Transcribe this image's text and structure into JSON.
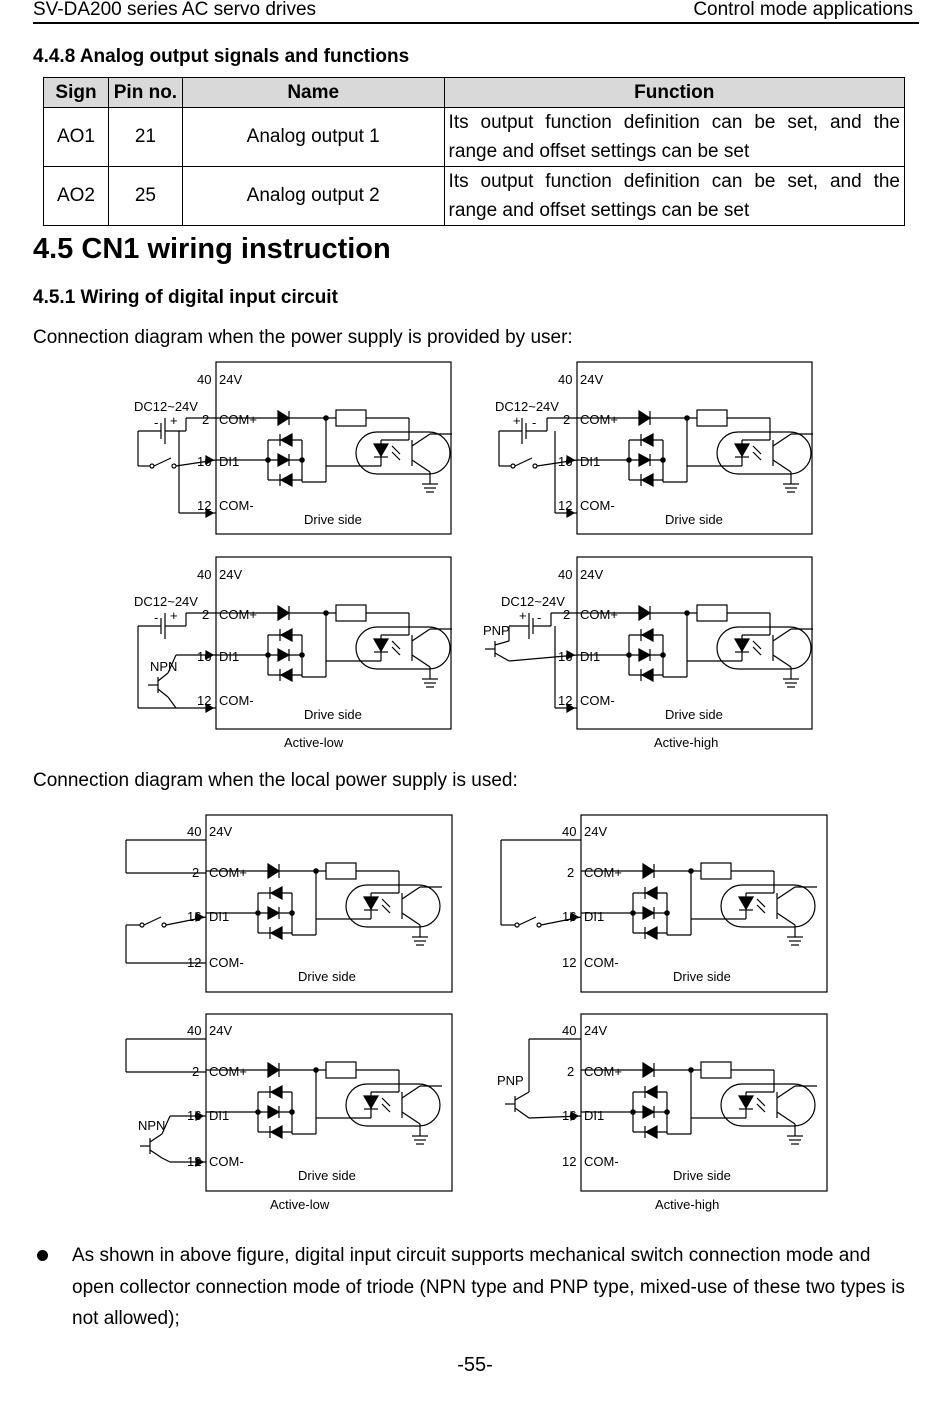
{
  "header": {
    "left": "SV-DA200 series AC servo drives",
    "right": "Control mode applications"
  },
  "section_448": {
    "title": "4.4.8 Analog output signals and functions"
  },
  "analog_table": {
    "headers": [
      "Sign",
      "Pin no.",
      "Name",
      "Function"
    ],
    "rows": [
      {
        "sign": "AO1",
        "pin": "21",
        "name": "Analog output 1",
        "function": "Its output function definition can be set, and the range and offset settings can be set"
      },
      {
        "sign": "AO2",
        "pin": "25",
        "name": "Analog output 2",
        "function": "Its output function definition can be set, and the range and offset settings can be set"
      }
    ]
  },
  "section_45": {
    "title": "4.5 CN1 wiring instruction"
  },
  "section_451": {
    "title": "4.5.1 Wiring of digital input circuit"
  },
  "para_user_supply": "Connection diagram when the power supply is provided by user:",
  "para_local_supply": "Connection diagram when the local power supply is used:",
  "circuit": {
    "pin40": "40",
    "lbl24v": "24V",
    "pin2": "2",
    "lblcomp": "COM+",
    "pin16": "16",
    "lbldi1": "DI1",
    "pin12": "12",
    "lblcomm": "COM-",
    "drive_side": "Drive side",
    "dc": "DC12~24V",
    "plus": "+",
    "minus": "-",
    "npn": "NPN",
    "pnp": "PNP"
  },
  "captions": {
    "active_low": "Active-low",
    "active_high": "Active-high"
  },
  "bullet_text": "As shown in above figure, digital input circuit supports mechanical switch connection mode and open collector connection mode of triode (NPN type and PNP type, mixed-use of these two types is not allowed);",
  "page_number": "-55-"
}
